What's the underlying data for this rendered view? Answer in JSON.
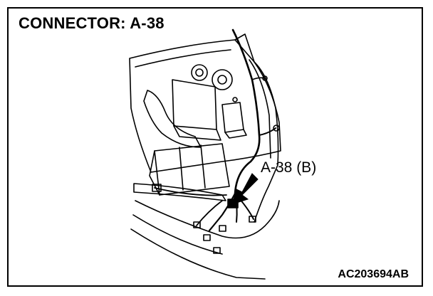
{
  "diagram": {
    "title": "CONNECTOR: A-38",
    "callout_label": "A-38 (B)",
    "figure_id": "AC203694AB"
  }
}
